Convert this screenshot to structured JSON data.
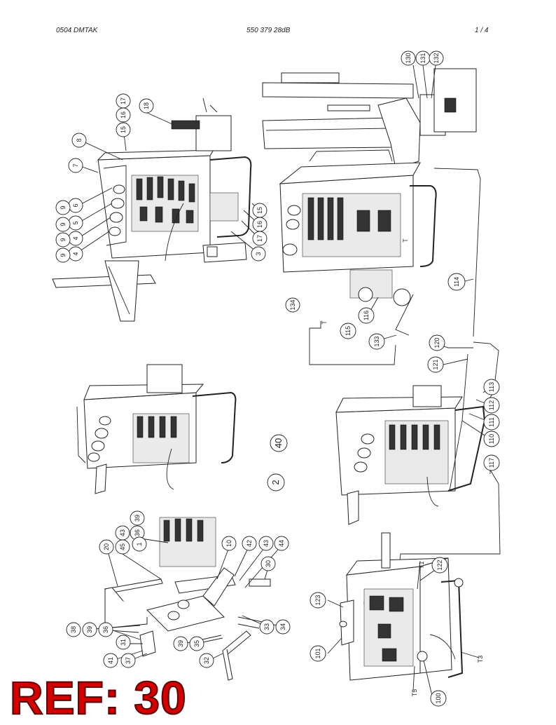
{
  "header": {
    "doc_code": "0504 DMTAK",
    "part_number": "550 379 28dB",
    "page": "1 /  4"
  },
  "ref_label": "REF: 30",
  "callouts": [
    {
      "id": "c130",
      "label": "130"
    },
    {
      "id": "c131",
      "label": "131"
    },
    {
      "id": "c132",
      "label": "132"
    },
    {
      "id": "c17a",
      "label": "17"
    },
    {
      "id": "c16a",
      "label": "16"
    },
    {
      "id": "c15a",
      "label": "15"
    },
    {
      "id": "c18",
      "label": "18"
    },
    {
      "id": "c8",
      "label": "8"
    },
    {
      "id": "c7",
      "label": "7"
    },
    {
      "id": "c6",
      "label": "6"
    },
    {
      "id": "c9a",
      "label": "9"
    },
    {
      "id": "c5",
      "label": "5"
    },
    {
      "id": "c9b",
      "label": "9"
    },
    {
      "id": "c4a",
      "label": "4"
    },
    {
      "id": "c9c",
      "label": "9"
    },
    {
      "id": "c4b",
      "label": "4"
    },
    {
      "id": "c9d",
      "label": "9"
    },
    {
      "id": "c15b",
      "label": "15"
    },
    {
      "id": "c16b",
      "label": "16"
    },
    {
      "id": "c17b",
      "label": "17"
    },
    {
      "id": "c3",
      "label": "3"
    },
    {
      "id": "c114",
      "label": "114"
    },
    {
      "id": "c134",
      "label": "134"
    },
    {
      "id": "c116",
      "label": "116"
    },
    {
      "id": "c115",
      "label": "115"
    },
    {
      "id": "c133",
      "label": "133"
    },
    {
      "id": "c120",
      "label": "120"
    },
    {
      "id": "c121",
      "label": "121"
    },
    {
      "id": "c113",
      "label": "113"
    },
    {
      "id": "c112",
      "label": "112"
    },
    {
      "id": "c111",
      "label": "111"
    },
    {
      "id": "c110",
      "label": "110"
    },
    {
      "id": "c117",
      "label": "117"
    },
    {
      "id": "c40",
      "label": "40"
    },
    {
      "id": "c2",
      "label": "2"
    },
    {
      "id": "c39a",
      "label": "39"
    },
    {
      "id": "c43a",
      "label": "43"
    },
    {
      "id": "c36",
      "label": "36"
    },
    {
      "id": "c1",
      "label": "1"
    },
    {
      "id": "c45",
      "label": "45"
    },
    {
      "id": "c20",
      "label": "20"
    },
    {
      "id": "c10",
      "label": "10"
    },
    {
      "id": "c42",
      "label": "42"
    },
    {
      "id": "c43b",
      "label": "43"
    },
    {
      "id": "c44",
      "label": "44"
    },
    {
      "id": "c30",
      "label": "30"
    },
    {
      "id": "c38",
      "label": "38"
    },
    {
      "id": "c39b",
      "label": "39"
    },
    {
      "id": "c36b",
      "label": "36"
    },
    {
      "id": "c31",
      "label": "31"
    },
    {
      "id": "c41",
      "label": "41"
    },
    {
      "id": "c37",
      "label": "37"
    },
    {
      "id": "c39c",
      "label": "39"
    },
    {
      "id": "c35",
      "label": "35"
    },
    {
      "id": "c32",
      "label": "32"
    },
    {
      "id": "c33",
      "label": "33"
    },
    {
      "id": "c34",
      "label": "34"
    },
    {
      "id": "c122",
      "label": "122"
    },
    {
      "id": "c123",
      "label": "123"
    },
    {
      "id": "c101",
      "label": "101"
    },
    {
      "id": "c100",
      "label": "100"
    }
  ],
  "text_marks": [
    {
      "id": "tY1",
      "label": "Y1"
    },
    {
      "id": "tT",
      "label": "T"
    },
    {
      "id": "tT1",
      "label": "T"
    },
    {
      "id": "tT5",
      "label": "T5"
    },
    {
      "id": "tT3",
      "label": "T3"
    }
  ]
}
